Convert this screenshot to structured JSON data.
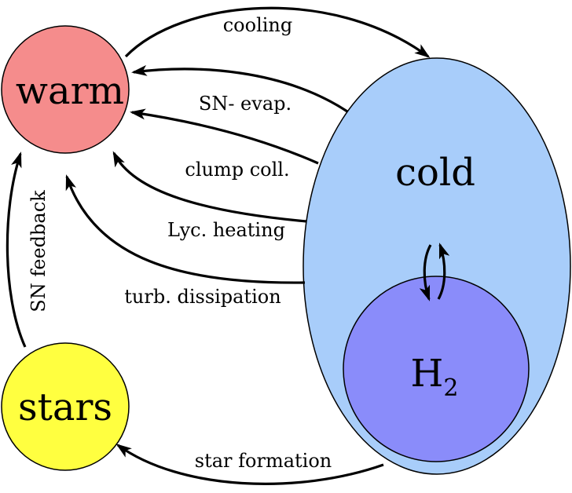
{
  "nodes": {
    "warm": {
      "label": "warm",
      "color": "#f58c8c"
    },
    "cold": {
      "label": "cold",
      "color": "#a8cdfa"
    },
    "h2": {
      "label": "H",
      "subscript": "2",
      "color": "#8a8cfa"
    },
    "stars": {
      "label": "stars",
      "color": "#ffff40"
    }
  },
  "edges": {
    "cooling": "cooling",
    "sn_evap": "SN- evap.",
    "clump_coll": "clump coll.",
    "lyc_heating": "Lyc. heating",
    "turb_dissipation": "turb. dissipation",
    "sn_feedback": "SN feedback",
    "star_formation": "star formation"
  }
}
